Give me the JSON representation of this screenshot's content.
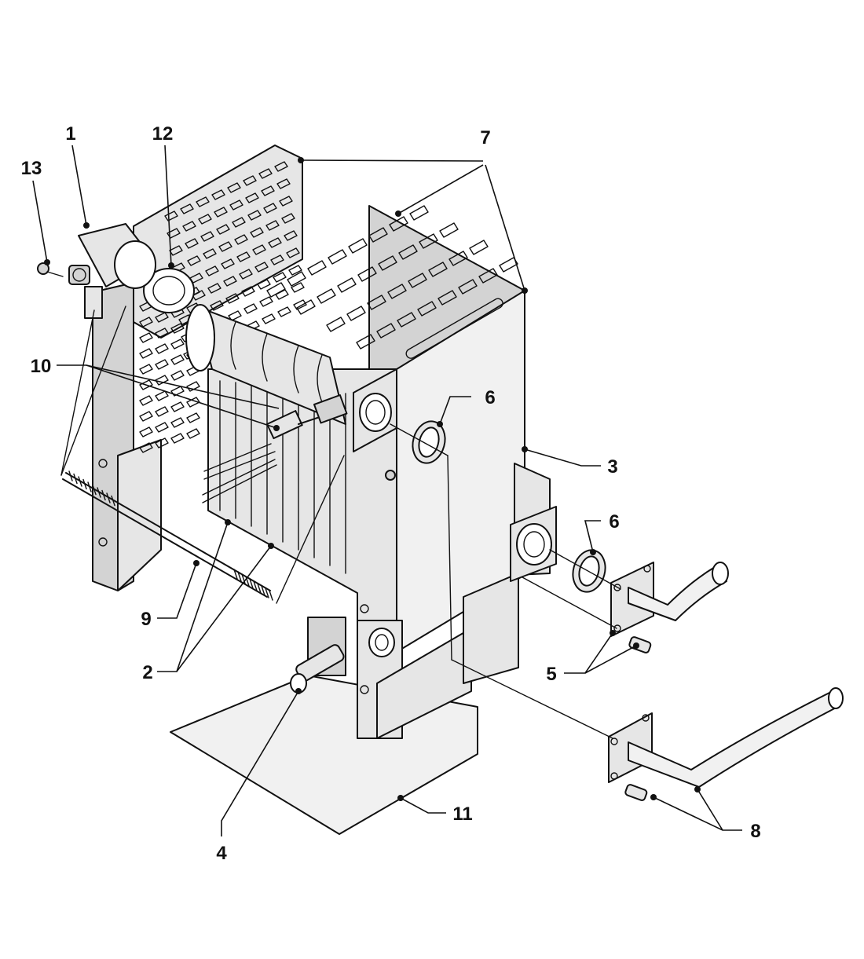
{
  "diagram": {
    "callouts": [
      {
        "id": "c1",
        "label": "1"
      },
      {
        "id": "c12",
        "label": "12"
      },
      {
        "id": "c13",
        "label": "13"
      },
      {
        "id": "c7",
        "label": "7"
      },
      {
        "id": "c10",
        "label": "10"
      },
      {
        "id": "c6a",
        "label": "6"
      },
      {
        "id": "c3",
        "label": "3"
      },
      {
        "id": "c6b",
        "label": "6"
      },
      {
        "id": "c9",
        "label": "9"
      },
      {
        "id": "c2",
        "label": "2"
      },
      {
        "id": "c5",
        "label": "5"
      },
      {
        "id": "c11",
        "label": "11"
      },
      {
        "id": "c4",
        "label": "4"
      },
      {
        "id": "c8",
        "label": "8"
      }
    ]
  },
  "colors": {
    "line": "#111111",
    "face_light": "#e6e6e6",
    "face_dark": "#d3d3d3",
    "background": "#ffffff"
  }
}
